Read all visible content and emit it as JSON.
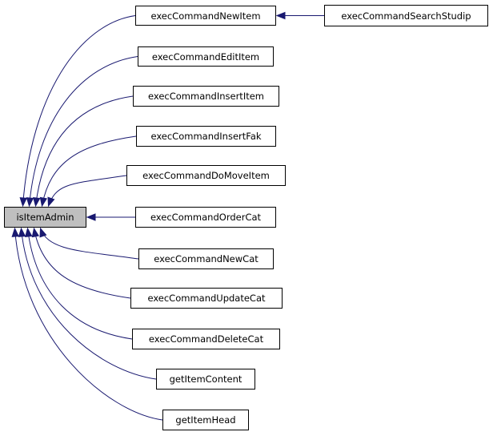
{
  "diagram": {
    "root": "isItemAdmin",
    "callers": [
      "execCommandNewItem",
      "execCommandEditItem",
      "execCommandInsertItem",
      "execCommandInsertFak",
      "execCommandDoMoveItem",
      "execCommandOrderCat",
      "execCommandNewCat",
      "execCommandUpdateCat",
      "execCommandDeleteCat",
      "getItemContent",
      "getItemHead"
    ],
    "second_level": "execCommandSearchStudip"
  }
}
